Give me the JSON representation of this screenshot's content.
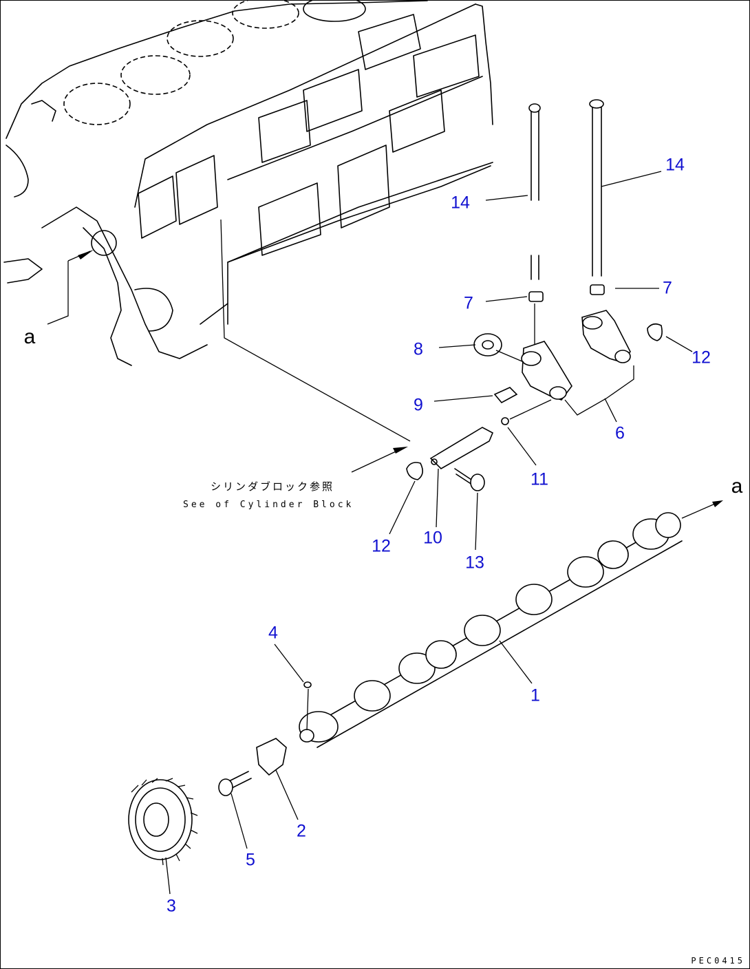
{
  "diagram": {
    "cross_reference": {
      "jp": "シリンダブロック参照",
      "en": "See of Cylinder Block"
    },
    "reference_marks": [
      "a",
      "a"
    ],
    "drawing_code": "PEC0415",
    "callouts": {
      "c1": "1",
      "c2": "2",
      "c3": "3",
      "c4": "4",
      "c5": "5",
      "c6": "6",
      "c7a": "7",
      "c7b": "7",
      "c8": "8",
      "c9": "9",
      "c10": "10",
      "c11": "11",
      "c12a": "12",
      "c12b": "12",
      "c13": "13",
      "c14a": "14",
      "c14b": "14"
    },
    "colors": {
      "callout": "#1010d0",
      "line": "#000000"
    }
  }
}
